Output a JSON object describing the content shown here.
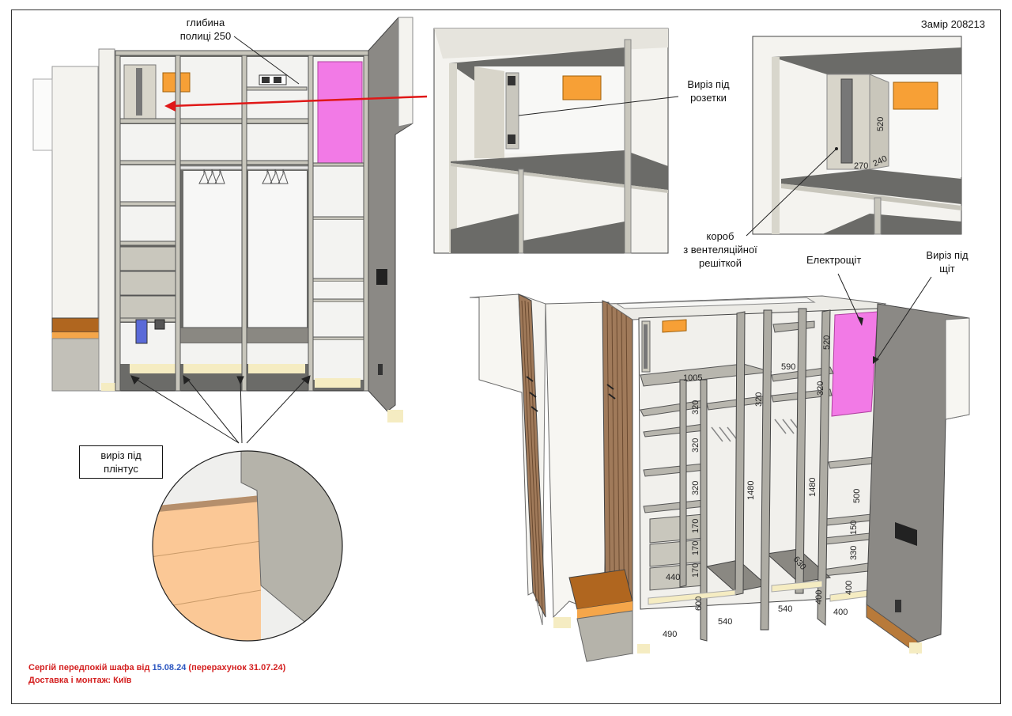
{
  "measure_label": "Замір 208213",
  "labels": {
    "shelf_depth": [
      "глибина",
      "полиці 250"
    ],
    "socket_cutout": [
      "Виріз під",
      "розетки"
    ],
    "vent_box": [
      "короб",
      "з вентеляційної",
      "решіткой"
    ],
    "panel": "Електрощіт",
    "panel_cutout": [
      "Виріз під",
      "щіт"
    ],
    "plinth_cutout": [
      "виріз під",
      "плінтус"
    ]
  },
  "detail_dims": {
    "h520": "520",
    "w270": "270",
    "d240": "240"
  },
  "dims": {
    "d1005": "1005",
    "d590": "590",
    "d520": "520",
    "d320_a": "320",
    "d320_b": "320",
    "d320_c": "320",
    "d320_d": "320",
    "d320_e": "320",
    "d1480_a": "1480",
    "d1480_b": "1480",
    "d500": "500",
    "d170_a": "170",
    "d170_b": "170",
    "d170_c": "170",
    "d150": "150",
    "d330": "330",
    "d630": "630",
    "d440": "440",
    "d600": "600",
    "d400_a": "400",
    "d400_b": "400",
    "d400_c": "400",
    "d490": "490",
    "d540_a": "540",
    "d540_b": "540"
  },
  "footer": {
    "line1_start": "Сергій передпокій шафа від ",
    "line1_date": "15.08.24",
    "line1_end": " (перерахунок 31.07.24)",
    "line2": "Доставка і монтаж: Київ"
  },
  "colors": {
    "panel_pink": "#f27ae6",
    "box_orange": "#f7a036",
    "wood": "#b86a1c",
    "plinth": "#f5ecc2",
    "carcass": "#6b6b68",
    "board": "#c8c6bc"
  }
}
